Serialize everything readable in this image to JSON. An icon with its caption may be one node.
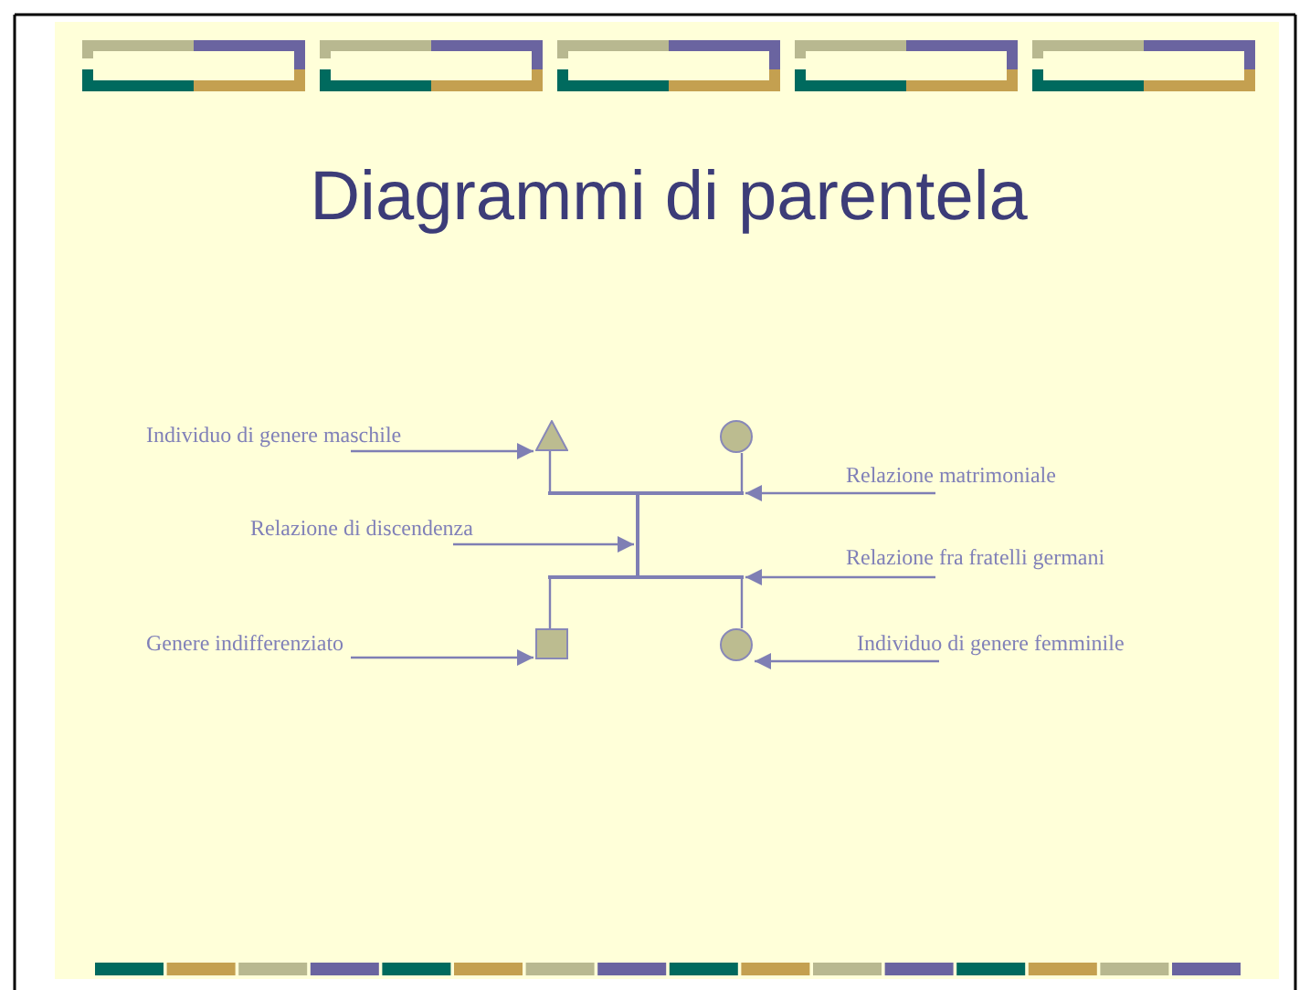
{
  "diagram": {
    "title": "Diagrammi di parentela",
    "nodes": [
      {
        "text": [
          "Individuo di genere maschile"
        ]
      },
      {
        "text": [],
        "shape": "triangle"
      },
      {
        "text": [],
        "shape": "circle"
      },
      {
        "text": [
          "Relazione matrimoniale"
        ]
      },
      {
        "text": [],
        "shape": "bar"
      },
      {
        "text": [
          "Relazione di discendenza"
        ]
      },
      {
        "text": [
          "Relazione fra fratelli germani"
        ]
      },
      {
        "text": [],
        "shape": "bar"
      },
      {
        "text": [
          "Genere indifferenziato"
        ]
      },
      {
        "text": [],
        "shape": "box"
      },
      {
        "text": [],
        "shape": "circle"
      },
      {
        "text": [
          "Individuo di genere femminile"
        ]
      },
      {
        "text": [],
        "shape": "bar"
      }
    ],
    "edges": [
      {
        "from": 0,
        "to": 1,
        "arrow": "to"
      },
      {
        "from": 1,
        "to": 4,
        "arrow": "none"
      },
      {
        "from": 2,
        "to": 4,
        "arrow": "none"
      },
      {
        "from": 3,
        "to": 4,
        "arrow": "to"
      },
      {
        "from": 5,
        "to": 12,
        "arrow": "to"
      },
      {
        "from": 6,
        "to": 7,
        "arrow": "to"
      },
      {
        "from": 7,
        "to": 9,
        "arrow": "none"
      },
      {
        "from": 7,
        "to": 10,
        "arrow": "none"
      },
      {
        "from": 8,
        "to": 9,
        "arrow": "to"
      },
      {
        "from": 11,
        "to": 10,
        "arrow": "to"
      }
    ]
  }
}
